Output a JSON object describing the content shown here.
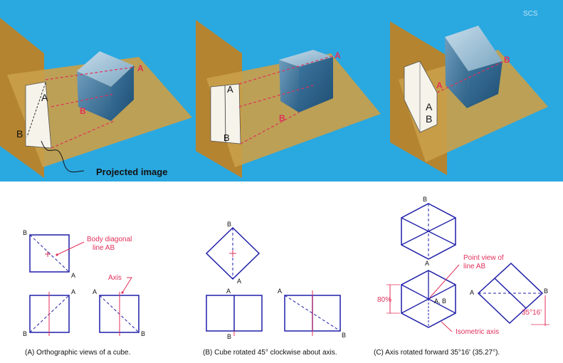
{
  "top_labels": {
    "a": "A",
    "b": "B",
    "ab_upper": "A",
    "ab_lower": "B",
    "projected_image": "Projected image",
    "corner_mark": "SCS"
  },
  "panel_a": {
    "label_b": "B",
    "label_a": "A",
    "callout_diagonal": "Body diagonal line AB",
    "callout_diagonal_line1": "Body diagonal",
    "callout_diagonal_line2": "line AB",
    "callout_axis": "Axis",
    "caption": "(A) Orthographic views of a cube."
  },
  "panel_b": {
    "label_b": "B",
    "label_a": "A",
    "caption": "(B) Cube rotated 45° clockwise about axis."
  },
  "panel_c": {
    "label_b": "B",
    "label_a": "A",
    "label_ab": "A, B",
    "callout_point": "Point view of line AB",
    "callout_point_line1": "Point view of",
    "callout_point_line2": "line AB",
    "dim_percent": "80%",
    "angle": "35°16'",
    "callout_iso": "Isometric axis",
    "caption": "(C) Axis rotated forward 35°16' (35.27°)."
  },
  "colors": {
    "sky": "#2aa8e0",
    "plane": "#c79a3e",
    "plane_dark": "#9a7126",
    "cube_light": "#8fb4cc",
    "cube_dark": "#2f6b92",
    "line_blue": "#1e1ea8",
    "accent_red": "#e0305a"
  }
}
